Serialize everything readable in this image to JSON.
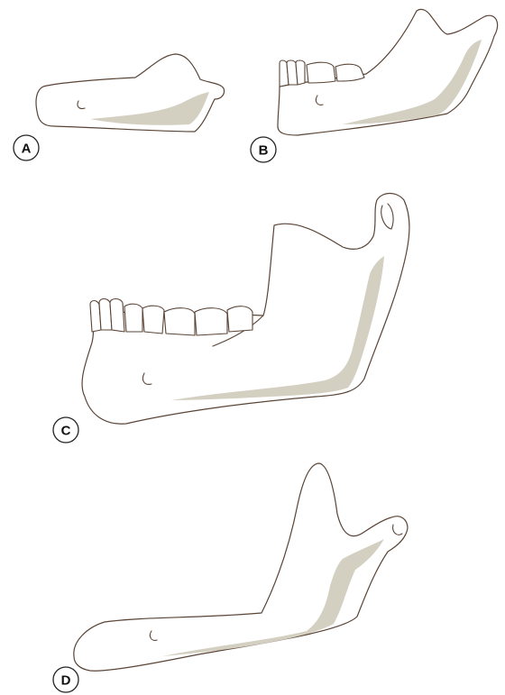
{
  "panels": [
    {
      "id": "a",
      "label": "A"
    },
    {
      "id": "b",
      "label": "B"
    },
    {
      "id": "c",
      "label": "C"
    },
    {
      "id": "d",
      "label": "D"
    }
  ],
  "colors": {
    "outline": "#5a4436",
    "cortical_bone": "#d4d0c1",
    "label_ring": "#222222"
  }
}
